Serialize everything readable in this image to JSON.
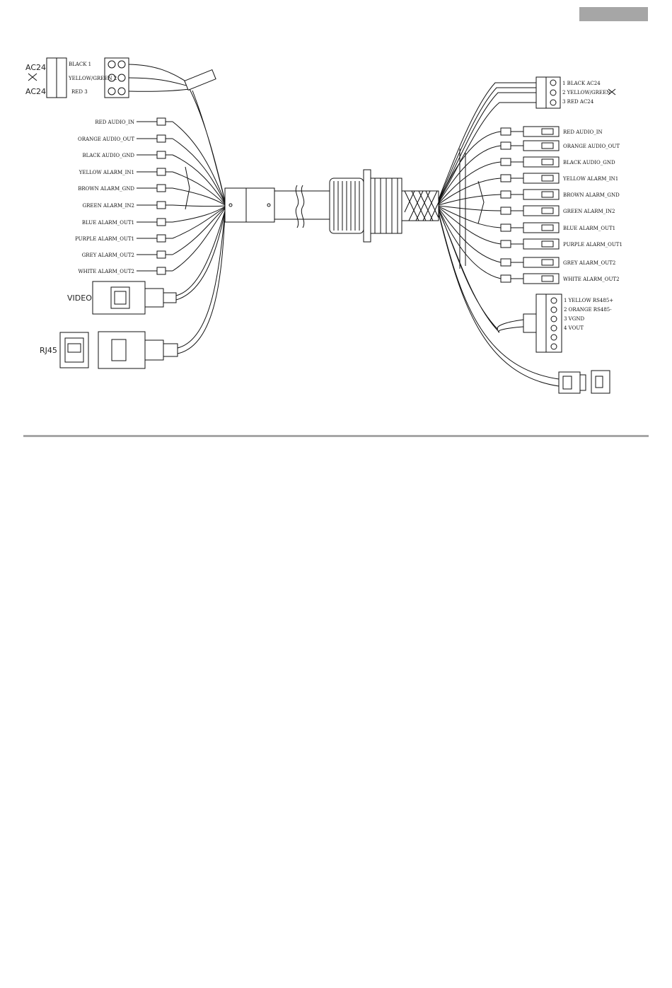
{
  "left": {
    "power_side_labels": [
      "AC24",
      "AC24"
    ],
    "power_wires": [
      "BLACK 1",
      "YELLOW/GREEN 2",
      "RED 3"
    ],
    "wires": [
      "RED AUDIO_IN",
      "ORANGE AUDIO_OUT",
      "BLACK AUDIO_GND",
      "YELLOW ALARM_IN1",
      "BROWN ALARM_GND",
      "GREEN ALARM_IN2",
      "BLUE ALARM_OUT1",
      "PURPLE ALARM_OUT1",
      "GREY ALARM_OUT2",
      "WHITE ALARM_OUT2"
    ],
    "video_label": "VIDEO",
    "rj45_label": "RJ45"
  },
  "right": {
    "power_wires": [
      "1 BLACK   AC24",
      "2 YELLOW/GREEN",
      "3 RED     AC24"
    ],
    "wires": [
      "RED AUDIO_IN",
      "ORANGE AUDIO_OUT",
      "BLACK AUDIO_GND",
      "YELLOW ALARM_IN1",
      "BROWN ALARM_GND",
      "GREEN ALARM_IN2",
      "BLUE ALARM_OUT1",
      "PURPLE ALARM_OUT1",
      "GREY ALARM_OUT2",
      "WHITE ALARM_OUT2"
    ],
    "rs485_terminals": [
      "1 YELLOW RS485+",
      "2 ORANGE RS485-",
      "3 VGND",
      "4 VOUT"
    ]
  },
  "colors": {
    "line": "#111111",
    "header_bar": "#a6a6a6",
    "divider": "#a6a6a6"
  }
}
